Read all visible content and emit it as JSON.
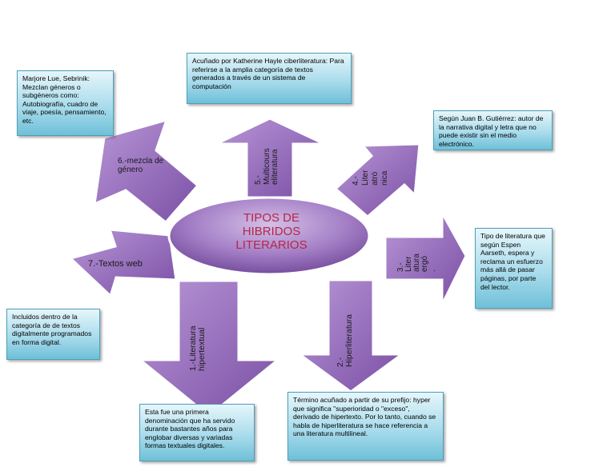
{
  "center": {
    "title": "TIPOS DE\nHIBRIDOS\nLITERARIOS"
  },
  "arrows": [
    {
      "label": "1.-Literatura\nhipertextual"
    },
    {
      "label": "2.-\nHiperliteratura"
    },
    {
      "label": "3.-\nLiter\natura\nergó\n."
    },
    {
      "label": "4.-\nLiter\natró\nnica"
    },
    {
      "label": "5.-\nMulticours\neliteratura"
    },
    {
      "label": "6.-mezcla de\ngénero"
    },
    {
      "label": "7.-Textos web"
    }
  ],
  "boxes": {
    "one": "Esta fue una primera denominación que ha servido durante bastantes años para englobar diversas y variadas formas textuales digitales.",
    "two": "Término acuñado a partir de su prefijo: hyper que significa \"superioridad o \"exceso\", derivado de hipertexto. Por lo tanto, cuando se habla de hiperliteratura se hace referencia a una literatura multilineal.",
    "three": "Tipo de literatura que según Espen Aarseth, espera y reclama un esfuerzo más allá de pasar páginas, por parte del lector.",
    "four": "Según Juan B. Gutiérrez: autor de la narrativa digital y letra que no puede existir sin el medio electrónico.",
    "five": "Acuñado por Katherine Hayle ciberliteratura: Para referirse a la amplia categoría de textos generados a través de un sistema de computación",
    "six": "Marjore Lue, Sebrinik: Mezclan géneros o subgéneros como: Autobiografía, cuadro de viaje, poesía, pensamiento, etc.",
    "seven": "Incluidos dentro de la categoría de de textos digitalmente programados en forma digital."
  },
  "colors": {
    "arrow_fill_light": "#ab85cc",
    "arrow_fill_dark": "#6e4397",
    "center_text": "#b8254a",
    "box_fill": "#a9dcec"
  }
}
